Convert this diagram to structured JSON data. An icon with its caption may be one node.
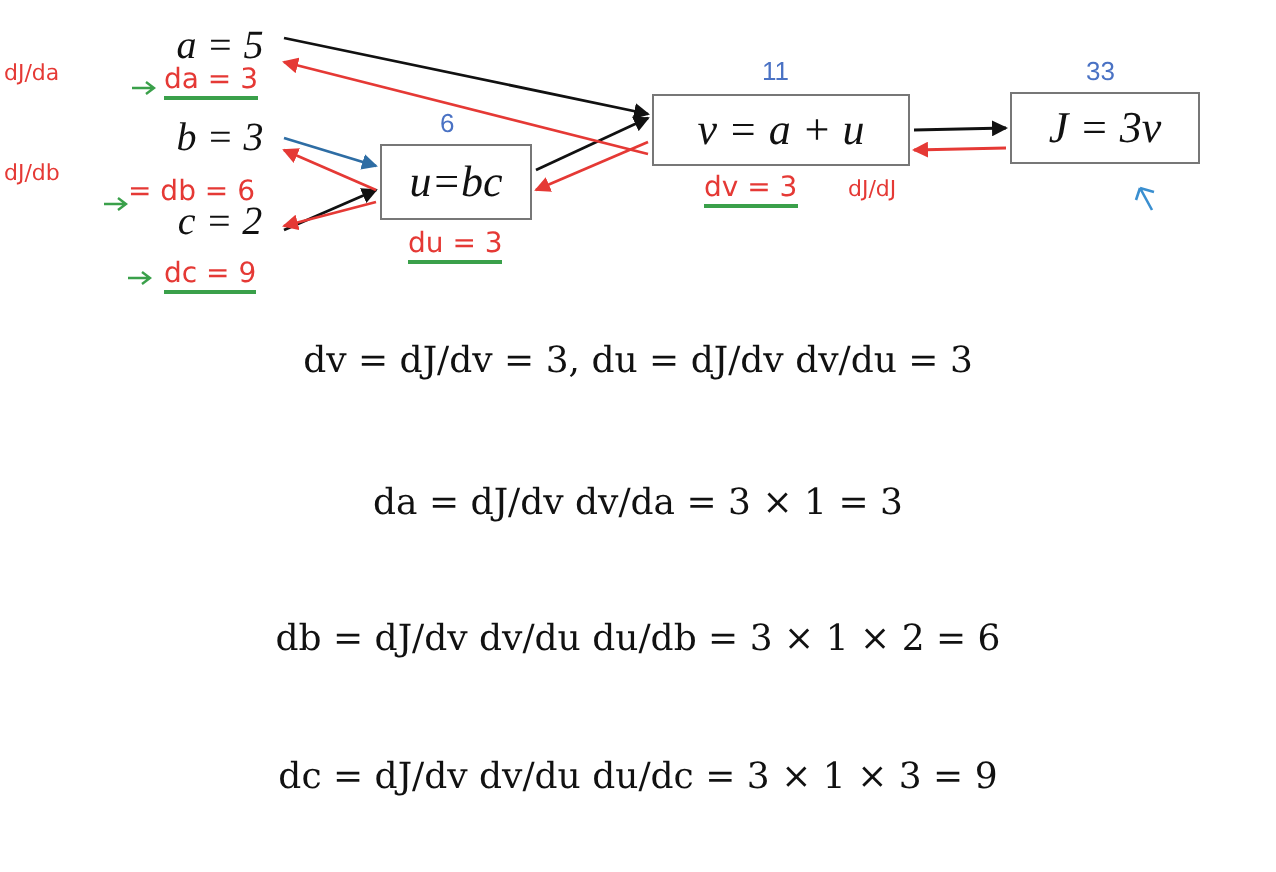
{
  "diagram": {
    "nodes": [
      {
        "text": [
          "a = 5"
        ]
      },
      {
        "text": [
          "b = 3"
        ]
      },
      {
        "text": [
          "c = 2"
        ]
      },
      {
        "text": [
          "u=bc"
        ],
        "beside": [
          "6"
        ]
      },
      {
        "text": [
          "v = a + u"
        ],
        "beside": [
          "11"
        ]
      },
      {
        "text": [
          "J = 3v"
        ],
        "beside": [
          "33"
        ]
      }
    ],
    "edges": [
      {
        "from": 0,
        "to": 4,
        "arrow": "to",
        "color": "#111111"
      },
      {
        "from": 1,
        "to": 3,
        "arrow": "to",
        "color": "#2e6da4"
      },
      {
        "from": 2,
        "to": 3,
        "arrow": "to",
        "color": "#111111"
      },
      {
        "from": 3,
        "to": 4,
        "arrow": "to",
        "color": "#111111"
      },
      {
        "from": 4,
        "to": 5,
        "arrow": "to",
        "color": "#111111"
      },
      {
        "from": 4,
        "to": 0,
        "arrow": "to",
        "color": "#e53935"
      },
      {
        "from": 3,
        "to": 1,
        "arrow": "to",
        "color": "#e53935"
      },
      {
        "from": 3,
        "to": 2,
        "arrow": "to",
        "color": "#e53935"
      },
      {
        "from": 4,
        "to": 3,
        "arrow": "to",
        "color": "#e53935"
      },
      {
        "from": 5,
        "to": 4,
        "arrow": "to",
        "color": "#e53935"
      }
    ],
    "labels": [
      "dJ/da",
      "da = 3",
      "dJ/db",
      "= db = 6",
      "dc = 9",
      "du = 3",
      "dv = 3",
      "dJ/dJ",
      "dv = dJ/dv = 3, du = dJ/dv dv/du = 3",
      "da = dJ/dv dv/da = 3 × 1 = 3",
      "db = dJ/dv dv/du du/db = 3 × 1 × 2 = 6",
      "dc = dJ/dv dv/du du/dc = 3 × 1 × 3 = 9"
    ]
  }
}
